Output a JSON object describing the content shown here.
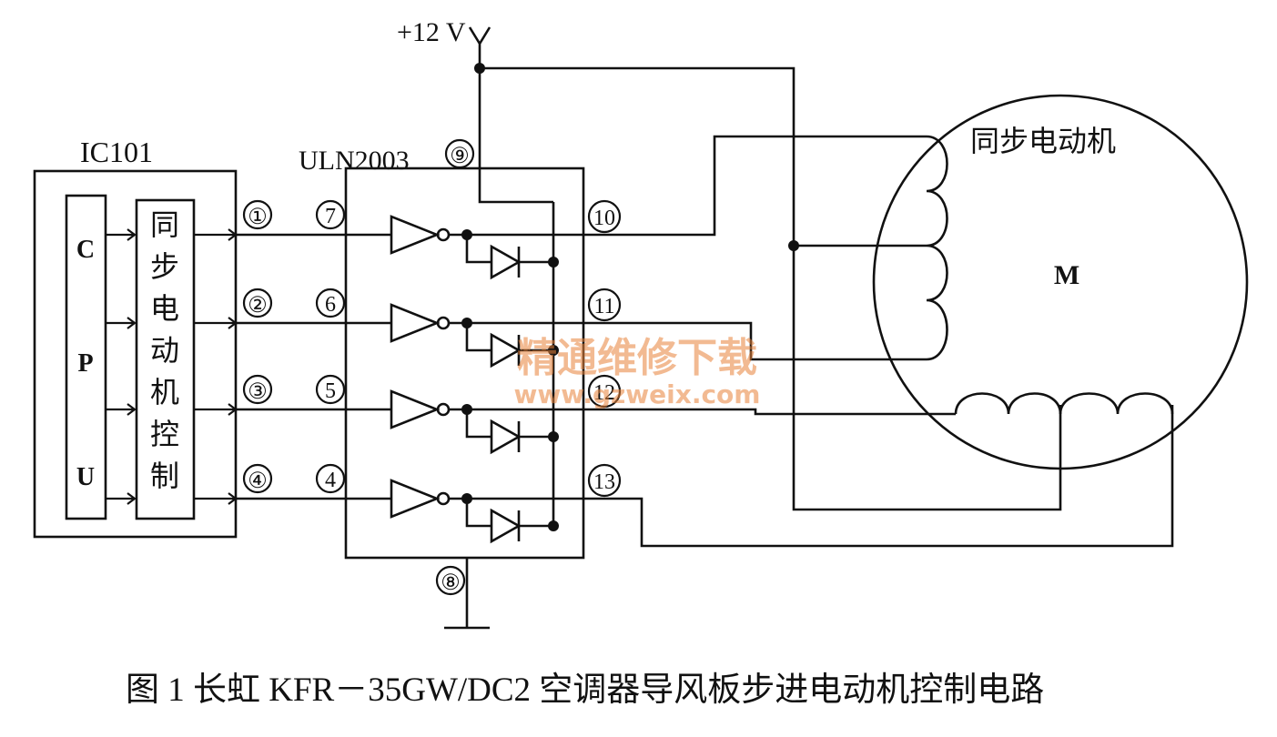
{
  "supply": {
    "label": "+12 V"
  },
  "ic101": {
    "name": "IC101",
    "cpu_letters": [
      "C",
      "P",
      "U"
    ],
    "control_block": "同步电动机控制",
    "output_pins": [
      "①",
      "②",
      "③",
      "④"
    ]
  },
  "uln": {
    "name": "ULN2003",
    "vcc_pin": "⑨",
    "gnd_pin": "⑧",
    "input_pins": [
      "7",
      "6",
      "5",
      "4"
    ],
    "output_pins": [
      "10",
      "11",
      "12",
      "13"
    ]
  },
  "motor": {
    "title": "同步电动机",
    "symbol": "M"
  },
  "watermark": {
    "line1": "精通维修下载",
    "line2": "www.gzweix.com"
  },
  "caption": "图 1  长虹 KFR－35GW/DC2 空调器导风板步进电动机控制电路"
}
